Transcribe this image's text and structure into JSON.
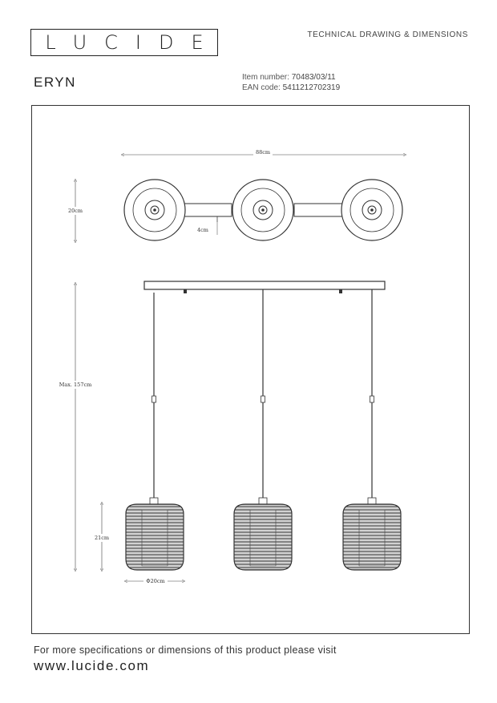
{
  "header": {
    "brand": "LUCIDE",
    "document_type": "TECHNICAL DRAWING & DIMENSIONS",
    "product_name": "ERYN",
    "item_number_label": "Item number:",
    "item_number": "70483/03/11",
    "ean_label": "EAN code:",
    "ean_code": "5411212702319"
  },
  "drawing": {
    "width_dim": "88cm",
    "depth_dim": "20cm",
    "bar_width_dim": "4cm",
    "max_height_dim": "Max. 157cm",
    "shade_height_dim": "21cm",
    "shade_diameter_dim": "Φ20cm"
  },
  "footer": {
    "note": "For more specifications or dimensions of this product please visit",
    "url": "www.lucide.com"
  }
}
